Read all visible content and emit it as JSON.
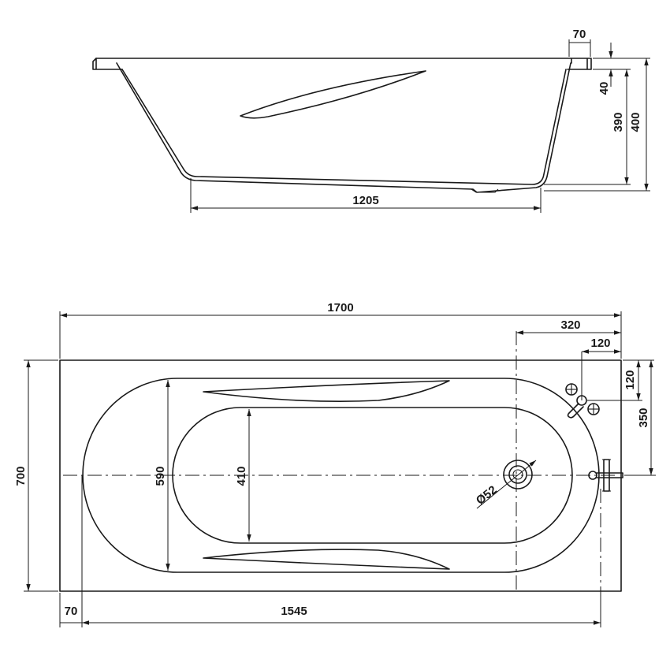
{
  "side_view": {
    "dims": {
      "lip_width": "70",
      "rim_height": "40",
      "inner_depth": "390",
      "total_height": "400",
      "bottom_length": "1205"
    }
  },
  "top_view": {
    "dims": {
      "total_length": "1700",
      "outlet_offset": "320",
      "tap_offset_x": "120",
      "tap_offset_y": "120",
      "tap_to_center": "350",
      "total_width": "700",
      "inner_width": "590",
      "bottom_width": "410",
      "drain_diameter": "Ø52",
      "edge_offset": "70",
      "inner_length": "1545"
    }
  }
}
